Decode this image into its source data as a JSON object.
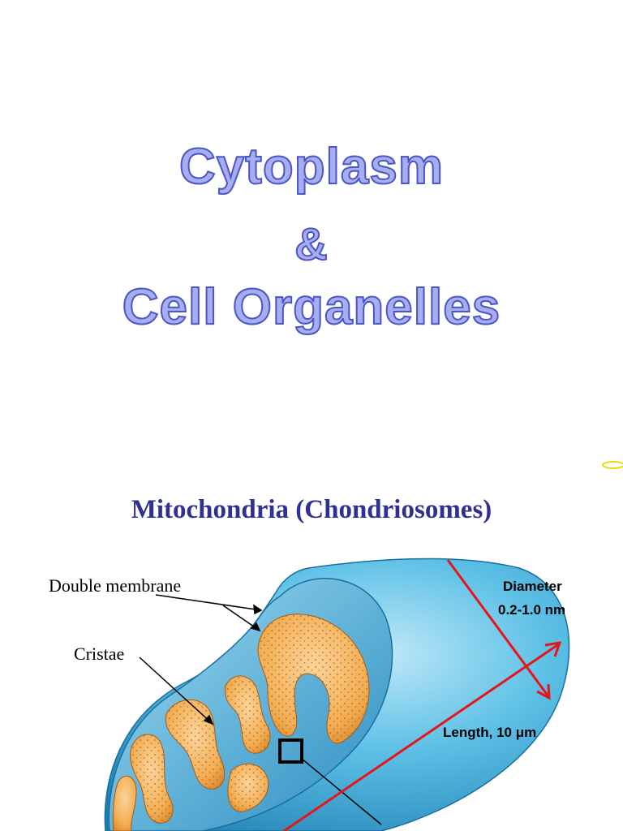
{
  "slide1": {
    "title_line1": "Cytoplasm",
    "title_line2": "&",
    "title_line3": "Cell Organelles"
  },
  "slide2": {
    "title": "Mitochondria (Chondriosomes)",
    "labels": {
      "double_membrane": "Double membrane",
      "cristae": "Cristae",
      "diameter": "Diameter",
      "diameter_value": "0.2-1.0 nm",
      "length": "Length, 10 μm"
    }
  },
  "colors": {
    "title_fill": "#a6aef0",
    "title_outline": "#4b55c8",
    "subtitle": "#2e3192",
    "membrane_blue": "#3fa9d6",
    "matrix_orange": "#f3b45a",
    "measure_red": "#e8141b"
  }
}
